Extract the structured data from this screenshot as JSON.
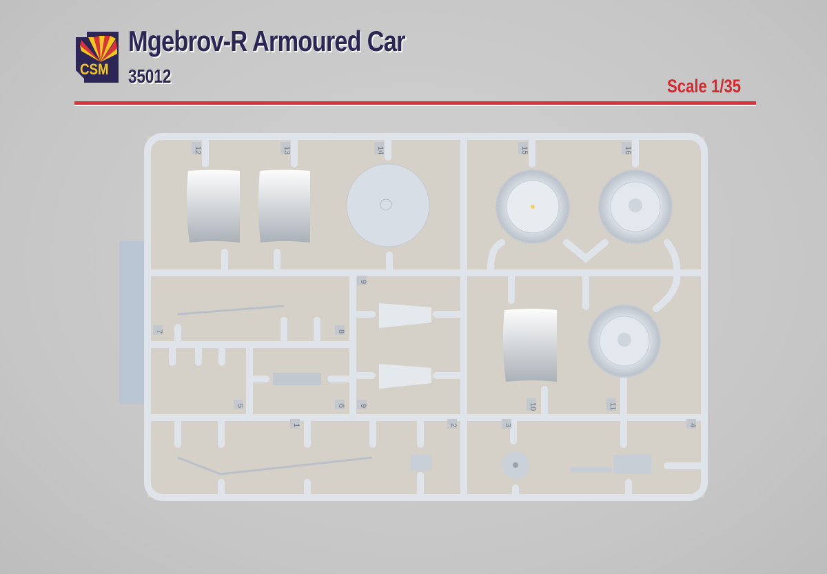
{
  "header": {
    "brand": "CSM",
    "title": "Mgebrov-R Armoured Car",
    "code": "35012",
    "scale": "Scale 1/35"
  },
  "colors": {
    "title": "#2b2656",
    "accent": "#d9323a",
    "sprue": "#dfe4ea",
    "panel": "#d6d2ca"
  },
  "part_numbers": [
    "12",
    "13",
    "14",
    "15",
    "16",
    "9",
    "7",
    "8",
    "5",
    "6",
    "9",
    "10",
    "11",
    "1",
    "2",
    "3",
    "4"
  ]
}
